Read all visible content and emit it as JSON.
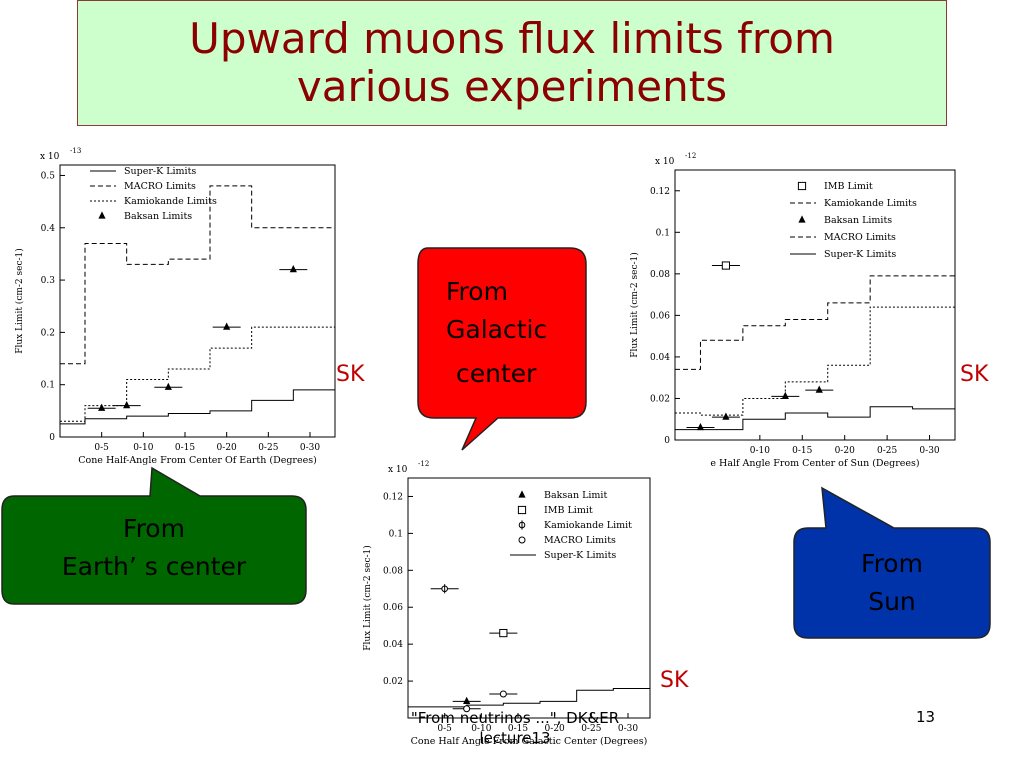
{
  "title": "Upward muons flux limits from various experiments",
  "sk_label": "SK",
  "footer": {
    "citation_line1": "\"From neutrinos ...\", DK&ER",
    "citation_line2": "lecture13",
    "page": "13"
  },
  "colors": {
    "title_bg": "#ccffcc",
    "title_text": "#8b0000",
    "callout_galactic": "#ff0000",
    "callout_earth": "#006600",
    "callout_sun": "#0033aa",
    "sk_text": "#c00000"
  },
  "callouts": {
    "galactic": {
      "lines": [
        "From",
        "Galactic",
        "center"
      ]
    },
    "earth": {
      "lines": [
        "From",
        "Earth’ s center"
      ]
    },
    "sun": {
      "lines": [
        "From",
        "Sun"
      ]
    }
  },
  "chart_data": [
    {
      "id": "earth",
      "type": "line",
      "scale_label": "x 10",
      "scale_exp": "-13",
      "xlabel": "Cone Half-Angle From Center Of  Earth (Degrees)",
      "ylabel": "Flux Limit (cm-2 sec-1)",
      "x_ticks": [
        "0-5",
        "0-10",
        "0-15",
        "0-20",
        "0-25",
        "0-30"
      ],
      "x_range": [
        0,
        33
      ],
      "y_range": [
        0,
        0.52
      ],
      "y_ticks": [
        0,
        0.1,
        0.2,
        0.3,
        0.4,
        0.5
      ],
      "y_tick_labels": [
        "0",
        "0.1",
        "0.2",
        "0.3",
        "0.4",
        "0.5"
      ],
      "legend": [
        {
          "label": "Super-K  Limits",
          "style": "solid"
        },
        {
          "label": "MACRO  Limits",
          "style": "dashed"
        },
        {
          "label": "Kamiokande  Limits",
          "style": "dotted"
        },
        {
          "label": "Baksan  Limits",
          "style": "triangle"
        }
      ],
      "series": [
        {
          "name": "Super-K  Limits",
          "style": "solid",
          "edges": [
            0,
            3,
            8,
            13,
            18,
            23,
            28,
            33
          ],
          "values": [
            0.025,
            0.035,
            0.04,
            0.045,
            0.05,
            0.07,
            0.09
          ]
        },
        {
          "name": "MACRO  Limits",
          "style": "dashed",
          "edges": [
            0,
            3,
            8,
            13,
            18,
            23,
            28,
            33
          ],
          "values": [
            0.14,
            0.37,
            0.33,
            0.34,
            0.48,
            0.4,
            0.4
          ]
        },
        {
          "name": "Kamiokande  Limits",
          "style": "dotted",
          "edges": [
            0,
            3,
            8,
            13,
            18,
            23,
            28,
            33
          ],
          "values": [
            0.03,
            0.06,
            0.11,
            0.13,
            0.17,
            0.21,
            0.21
          ]
        },
        {
          "name": "Baksan  Limits",
          "style": "triangle",
          "points": [
            {
              "x": 5,
              "y": 0.055
            },
            {
              "x": 8,
              "y": 0.06
            },
            {
              "x": 13,
              "y": 0.095
            },
            {
              "x": 20,
              "y": 0.21
            },
            {
              "x": 28,
              "y": 0.32
            }
          ]
        }
      ]
    },
    {
      "id": "sun",
      "type": "line",
      "scale_label": "x 10",
      "scale_exp": "-12",
      "xlabel": "e Half Angle From  Center of Sun (Degrees)",
      "ylabel": "Flux Limit (cm-2 sec-1)",
      "x_ticks": [
        "0-10",
        "0-15",
        "0-20",
        "0-25",
        "0-30"
      ],
      "x_tick_positions": [
        10,
        15,
        20,
        25,
        30
      ],
      "x_range": [
        0,
        33
      ],
      "y_range": [
        0,
        0.13
      ],
      "y_ticks": [
        0,
        0.02,
        0.04,
        0.06,
        0.08,
        0.1,
        0.12
      ],
      "y_tick_labels": [
        "0",
        "0.02",
        "0.04",
        "0.06",
        "0.08",
        "0.1",
        "0.12"
      ],
      "legend": [
        {
          "label": "IMB Limit",
          "style": "square"
        },
        {
          "label": "Kamiokande  Limits",
          "style": "dashed"
        },
        {
          "label": "Baksan Limits",
          "style": "triangle"
        },
        {
          "label": "MACRO  Limits",
          "style": "dashed"
        },
        {
          "label": "Super-K  Limits",
          "style": "solid"
        }
      ],
      "series": [
        {
          "name": "Super-K  Limits",
          "style": "solid",
          "edges": [
            0,
            8,
            13,
            18,
            23,
            28,
            33
          ],
          "values": [
            0.005,
            0.01,
            0.013,
            0.011,
            0.016,
            0.015
          ]
        },
        {
          "name": "MACRO  Limits",
          "style": "dashed",
          "edges": [
            0,
            3,
            8,
            13,
            18,
            23,
            28,
            33
          ],
          "values": [
            0.034,
            0.048,
            0.055,
            0.058,
            0.066,
            0.079,
            0.079
          ]
        },
        {
          "name": "Kamiokande  Limits",
          "style": "dotted",
          "edges": [
            0,
            3,
            8,
            13,
            18,
            23,
            28,
            33
          ],
          "values": [
            0.013,
            0.012,
            0.02,
            0.028,
            0.036,
            0.064,
            0.064
          ]
        },
        {
          "name": "Baksan Limits",
          "style": "triangle",
          "points": [
            {
              "x": 3,
              "y": 0.006
            },
            {
              "x": 6,
              "y": 0.011
            },
            {
              "x": 13,
              "y": 0.021
            },
            {
              "x": 17,
              "y": 0.024
            }
          ]
        },
        {
          "name": "IMB Limit",
          "style": "square",
          "points": [
            {
              "x": 6,
              "y": 0.084
            }
          ]
        }
      ]
    },
    {
      "id": "galactic",
      "type": "line",
      "scale_label": "x 10",
      "scale_exp": "-12",
      "xlabel": "Cone Half Angle From  Galactic Center (Degrees)",
      "ylabel": "Flux Limit (cm-2 sec-1)",
      "x_ticks": [
        "0-5",
        "0-10",
        "0-15",
        "0-20",
        "0-25",
        "0-30"
      ],
      "x_range": [
        0,
        33
      ],
      "y_range": [
        0,
        0.13
      ],
      "y_ticks": [
        0.02,
        0.04,
        0.06,
        0.08,
        0.1,
        0.12
      ],
      "y_tick_labels": [
        "0.02",
        "0.04",
        "0.06",
        "0.08",
        "0.1",
        "0.12"
      ],
      "legend": [
        {
          "label": "Baksan Limit",
          "style": "triangle"
        },
        {
          "label": "IMB Limit",
          "style": "square"
        },
        {
          "label": "Kamiokande Limit",
          "style": "diamond"
        },
        {
          "label": "MACRO Limits",
          "style": "circle"
        },
        {
          "label": "Super-K Limits",
          "style": "solid"
        }
      ],
      "series": [
        {
          "name": "Super-K Limits",
          "style": "solid",
          "edges": [
            0,
            8,
            13,
            18,
            23,
            28,
            33
          ],
          "values": [
            0.006,
            0.007,
            0.008,
            0.009,
            0.015,
            0.016
          ]
        },
        {
          "name": "Baksan Limit",
          "style": "triangle",
          "points": [
            {
              "x": 8,
              "y": 0.009
            }
          ]
        },
        {
          "name": "IMB Limit",
          "style": "square",
          "points": [
            {
              "x": 13,
              "y": 0.046
            }
          ]
        },
        {
          "name": "Kamiokande Limit",
          "style": "diamond",
          "points": [
            {
              "x": 5,
              "y": 0.07
            }
          ]
        },
        {
          "name": "MACRO Limits",
          "style": "circle",
          "points": [
            {
              "x": 13,
              "y": 0.013
            },
            {
              "x": 8,
              "y": 0.005
            }
          ]
        }
      ]
    }
  ]
}
